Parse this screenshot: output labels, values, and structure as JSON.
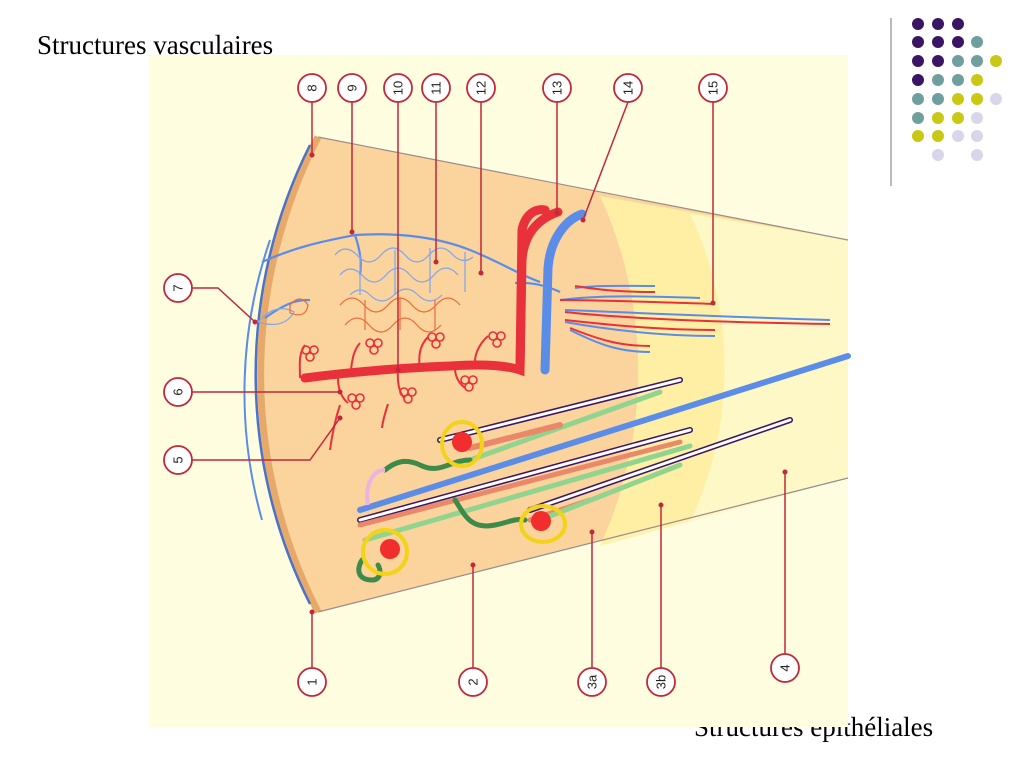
{
  "slide": {
    "title_top": "Structures vasculaires",
    "title_bottom": "Structures épithéliales"
  },
  "callouts": {
    "c1": "1",
    "c2": "2",
    "c3a": "3a",
    "c3b": "3b",
    "c4": "4",
    "c5": "5",
    "c6": "6",
    "c7": "7",
    "c8": "8",
    "c9": "9",
    "c10": "10",
    "c11": "11",
    "c12": "12",
    "c13": "13",
    "c14": "14",
    "c15": "15"
  },
  "colors": {
    "panel": "#fffde0",
    "cortex": "#fbd39c",
    "outer_medulla": "#fff2a6",
    "inner_medulla": "#fdf8c6",
    "artery": "#e8313a",
    "vein": "#5b8de8",
    "callout": "#c0283c",
    "dot_purple": "#3a1564",
    "dot_teal": "#6f9e9e",
    "dot_yellow": "#c9c915",
    "dot_lavender": "#d8d6ea"
  }
}
